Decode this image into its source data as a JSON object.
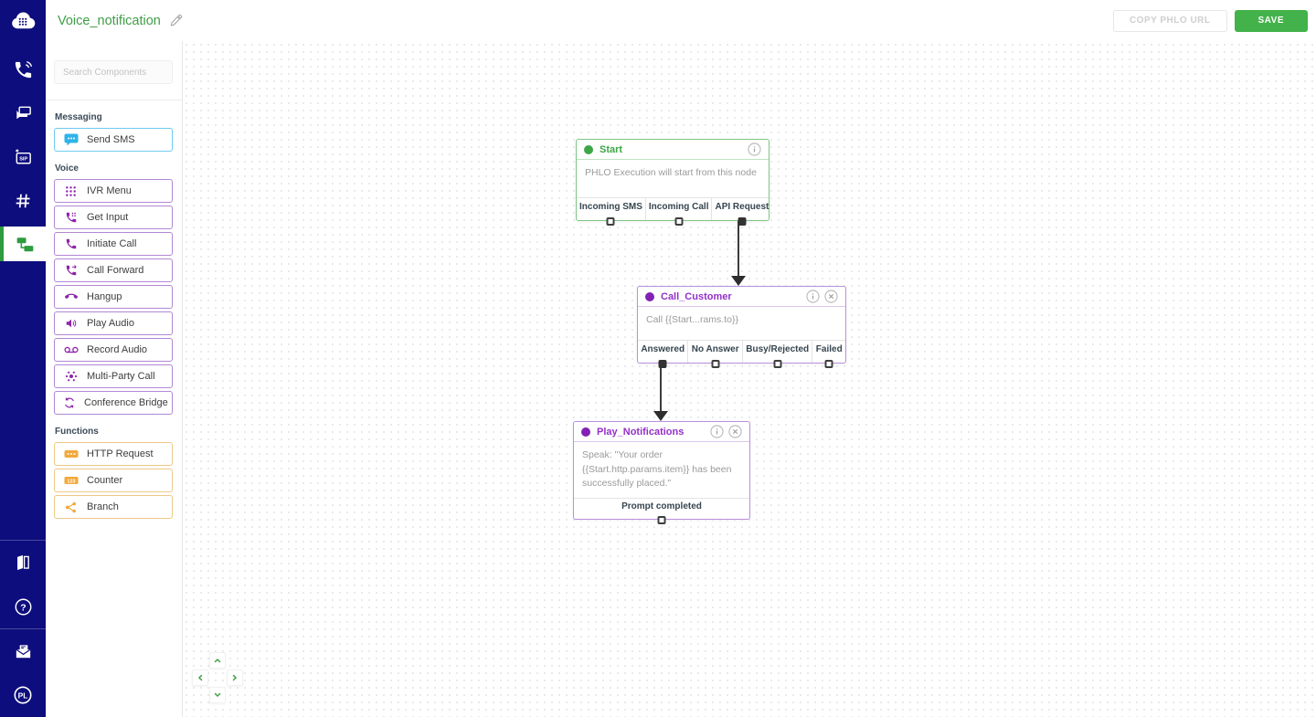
{
  "header": {
    "title": "Voice_notification",
    "copy_phlo_url_label": "COPY PHLO URL",
    "save_label": "SAVE"
  },
  "sidebar": {
    "top_icons": [
      "plivo-logo",
      "voice",
      "messaging",
      "sip-trunking",
      "phone-numbers"
    ],
    "active_icon": "phlo",
    "bottom_icons": [
      "docs",
      "help",
      "feedback",
      "plivo-badge"
    ]
  },
  "panel": {
    "search_placeholder": "Search Components",
    "sections": [
      {
        "label": "Messaging",
        "accent": "#2fb3e8",
        "items": [
          {
            "label": "Send SMS",
            "icon": "send-sms-icon"
          }
        ]
      },
      {
        "label": "Voice",
        "accent": "#8e24aa",
        "items": [
          {
            "label": "IVR Menu",
            "icon": "ivr-menu-icon"
          },
          {
            "label": "Get Input",
            "icon": "get-input-icon"
          },
          {
            "label": "Initiate Call",
            "icon": "initiate-call-icon"
          },
          {
            "label": "Call Forward",
            "icon": "call-forward-icon"
          },
          {
            "label": "Hangup",
            "icon": "hangup-icon"
          },
          {
            "label": "Play Audio",
            "icon": "play-audio-icon"
          },
          {
            "label": "Record Audio",
            "icon": "record-audio-icon"
          },
          {
            "label": "Multi-Party Call",
            "icon": "multi-party-call-icon"
          },
          {
            "label": "Conference Bridge",
            "icon": "conference-bridge-icon"
          }
        ]
      },
      {
        "label": "Functions",
        "accent": "#f2a93b",
        "items": [
          {
            "label": "HTTP Request",
            "icon": "http-request-icon"
          },
          {
            "label": "Counter",
            "icon": "counter-icon"
          },
          {
            "label": "Branch",
            "icon": "branch-icon"
          }
        ]
      }
    ]
  },
  "canvas": {
    "nodes": [
      {
        "title": "Start",
        "body": "PHLO Execution will start from this node",
        "outputs": [
          {
            "label": "Incoming SMS",
            "connected": false
          },
          {
            "label": "Incoming Call",
            "connected": false
          },
          {
            "label": "API Request",
            "connected": true
          }
        ]
      },
      {
        "title": "Call_Customer",
        "body": "Call {{Start...rams.to}}",
        "outputs": [
          {
            "label": "Answered",
            "connected": true
          },
          {
            "label": "No Answer",
            "connected": false
          },
          {
            "label": "Busy/Rejected",
            "connected": false
          },
          {
            "label": "Failed",
            "connected": false
          }
        ]
      },
      {
        "title": "Play_Notifications",
        "body": "Speak: \"Your order {{Start.http.params.item}} has been successfully placed.\"",
        "outputs": [
          {
            "label": "Prompt completed",
            "connected": false
          }
        ]
      }
    ],
    "edges": [
      {
        "from": "Start.API Request",
        "to": "Call_Customer"
      },
      {
        "from": "Call_Customer.Answered",
        "to": "Play_Notifications"
      }
    ]
  },
  "colors": {
    "sidebar_bg": "#0d0d7d",
    "brand_green": "#3f9e46",
    "save_green": "#43b24a",
    "messaging_blue": "#2fb3e8",
    "voice_purple": "#8e24aa",
    "functions_orange": "#f2a93b"
  }
}
